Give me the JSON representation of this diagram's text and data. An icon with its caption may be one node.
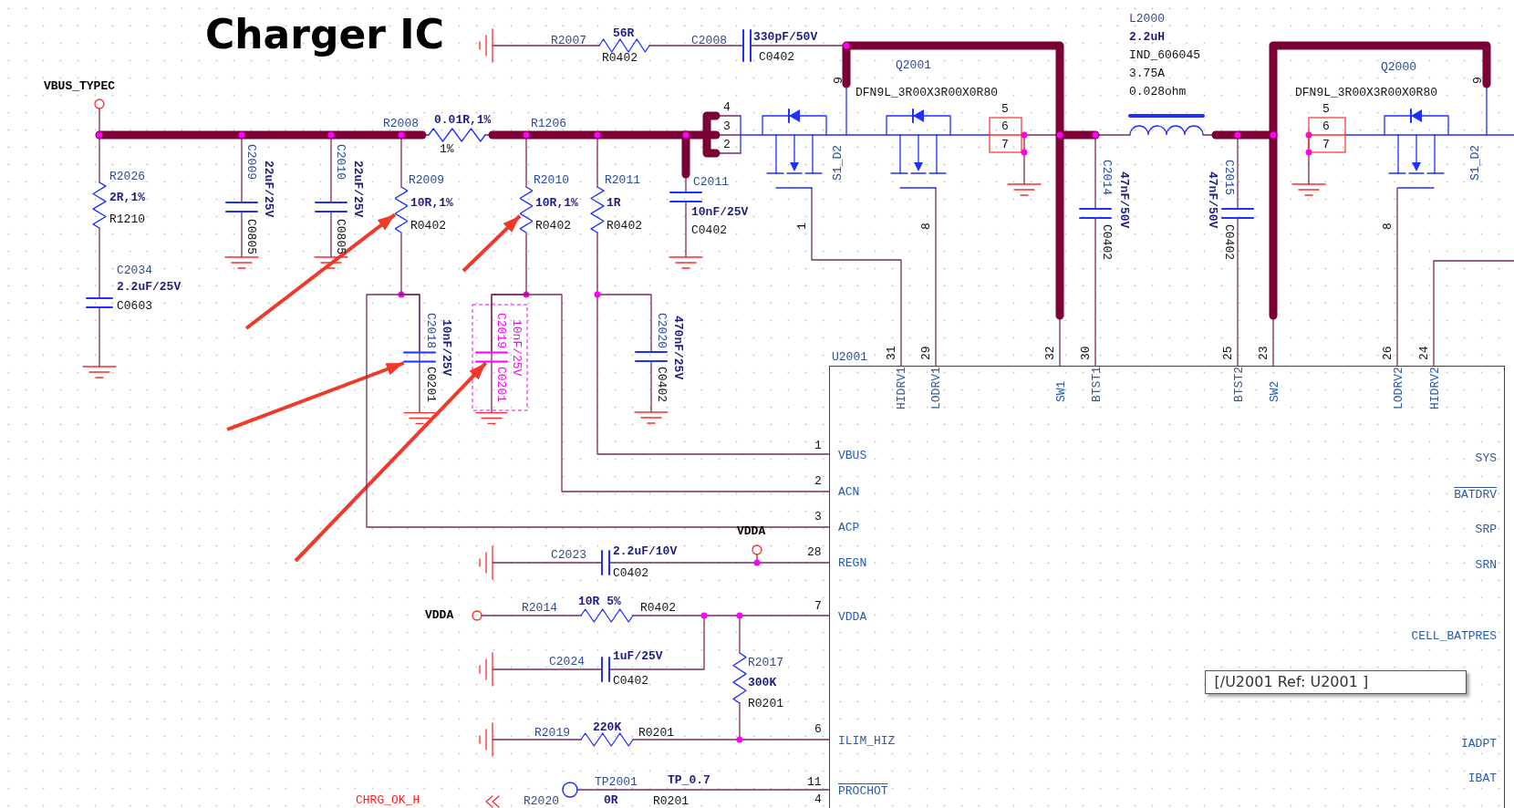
{
  "diagram": {
    "title": "Charger IC",
    "nodes": [
      {
        "text": [
          "HIDRV1",
          "LODRV1",
          "SW1",
          "BTST1",
          "BTST2",
          "SW2",
          "LODRV2",
          "HIDRV2",
          "VBUS",
          "SYS",
          "ACN",
          "BATDRV",
          "ACP",
          "SRP",
          "REGN",
          "SRN",
          "VDDA",
          "CELL_BATPRES",
          "ILIM_HIZ",
          "IADPT",
          "IBAT",
          "PROCHOT"
        ]
      },
      {
        "text": [],
        "shape": "resistor",
        "beside": [
          "R2009",
          "10R,1%",
          "R0402"
        ]
      },
      {
        "text": [],
        "shape": "resistor",
        "beside": [
          "R2010",
          "10R,1%",
          "R0402"
        ]
      },
      {
        "text": [],
        "shape": "capacitor",
        "beside": [
          "C2018",
          "10nF/25V",
          "C0201"
        ]
      },
      {
        "text": [],
        "shape": "capacitor",
        "beside": [
          "C2019",
          "10nF/25V",
          "C0201"
        ]
      },
      {
        "text": [
          "[/U2001 Ref: U2001 ]"
        ],
        "in": 0
      },
      {
        "text": [],
        "shape": "ground"
      },
      {
        "text": [],
        "shape": "ground"
      }
    ],
    "edges": [
      {
        "from": null,
        "to": 1,
        "arrow": "to",
        "style": "thick",
        "color": "#f0392b"
      },
      {
        "from": null,
        "to": 2,
        "arrow": "to",
        "style": "thick",
        "color": "#f0392b"
      },
      {
        "from": null,
        "to": 3,
        "arrow": "to",
        "style": "thick",
        "color": "#f0392b"
      },
      {
        "from": null,
        "to": 4,
        "arrow": "to",
        "style": "thick",
        "color": "#f0392b"
      },
      {
        "from": 3,
        "to": 0,
        "arrow": "none"
      },
      {
        "from": 4,
        "to": 0,
        "arrow": "none"
      },
      {
        "from": 1,
        "to": 3,
        "arrow": "none"
      },
      {
        "from": 2,
        "to": 4,
        "arrow": "none"
      },
      {
        "from": 3,
        "to": 6,
        "arrow": "none"
      },
      {
        "from": 4,
        "to": 7,
        "arrow": "none"
      }
    ],
    "labels": [
      "L2000",
      "R2007",
      "56R",
      "C2008",
      "330pF/50V",
      "2.2uH",
      "R0402",
      "C0402",
      "IND_606045",
      "Q2001",
      "3.75A",
      "Q2000",
      "VBUS_TYPEC",
      "9",
      "DFN9L_3R00X3R00X0R80",
      "0.028ohm",
      "DFN9L_3R00X3R00X0R80",
      "9",
      "4",
      "5",
      "5",
      "R2008",
      "0.01R,1%",
      "R1206",
      "3",
      "6",
      "6",
      "2",
      "7",
      "7",
      "1%",
      "C2009",
      "22uF/25V",
      "C0805",
      "C2010",
      "22uF/25V",
      "C0805",
      "S1_D2",
      "C2014",
      "47nF/50V",
      "C0402",
      "C2015",
      "47nF/50V",
      "C0402",
      "S1_D2",
      "R2026",
      "2R,1%",
      "R1210",
      "R2011",
      "1R",
      "R0402",
      "C2011",
      "10nF/25V",
      "C0402",
      "1",
      "8",
      "8",
      "C2034",
      "2.2uF/25V",
      "C0603",
      "C2020",
      "470nF/25V",
      "C0402",
      "31",
      "29",
      "32",
      "30",
      "25",
      "23",
      "26",
      "24",
      "U2001",
      "1",
      "2",
      "3",
      "VDDA",
      "C2023",
      "2.2uF/10V",
      "28",
      "C0402",
      "VDDA",
      "R2014",
      "10R 5%",
      "R0402",
      "7",
      "C2024",
      "1uF/25V",
      "R2017",
      "C0402",
      "300K",
      "R0201",
      "R2019",
      "220K",
      "R0201",
      "6",
      "TP2001",
      "TP_0.7",
      "11",
      "CHRG_OK_H",
      "R2020",
      "0R",
      "R0201",
      "4"
    ]
  }
}
